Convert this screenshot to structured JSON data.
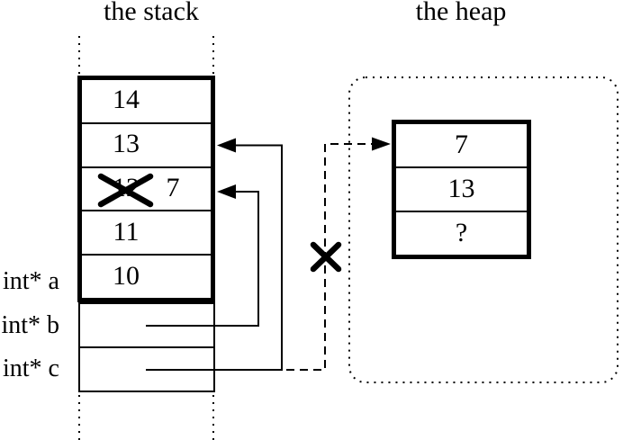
{
  "colors": {
    "ink": "#000000",
    "background": "#ffffff"
  },
  "titles": {
    "stack": "the stack",
    "heap": "the heap"
  },
  "stack": {
    "cells": [
      {
        "value": "14"
      },
      {
        "value": "13"
      },
      {
        "value": "12",
        "crossed_out": true,
        "new_value": "7"
      },
      {
        "value": "11"
      },
      {
        "value": "10"
      }
    ]
  },
  "pointers": {
    "a": {
      "label": "int* a"
    },
    "b": {
      "label": "int* b"
    },
    "c": {
      "label": "int* c"
    }
  },
  "heap": {
    "cells": [
      {
        "value": "7"
      },
      {
        "value": "13"
      },
      {
        "value": "?"
      }
    ]
  }
}
